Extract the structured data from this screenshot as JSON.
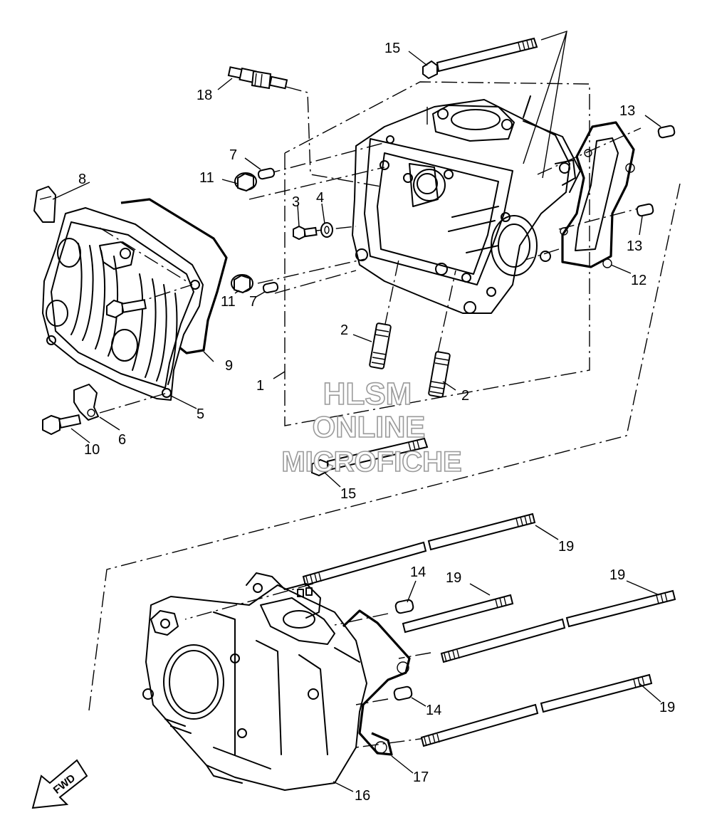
{
  "callouts": {
    "c1": "1",
    "c2a": "2",
    "c2b": "2",
    "c3": "3",
    "c4": "4",
    "c5": "5",
    "c6": "6",
    "c7a": "7",
    "c7b": "7",
    "c8": "8",
    "c9": "9",
    "c10": "10",
    "c11a": "11",
    "c11b": "11",
    "c12": "12",
    "c13a": "13",
    "c13b": "13",
    "c14a": "14",
    "c14b": "14",
    "c15a": "15",
    "c15b": "15",
    "c16": "16",
    "c17": "17",
    "c18": "18",
    "c19a": "19",
    "c19b": "19",
    "c19c": "19",
    "c19d": "19"
  },
  "watermark": {
    "line1": "HLSM",
    "line2": "ONLINE",
    "line3": "MICROFICHE"
  },
  "direction_arrow": {
    "label": "FWD"
  }
}
